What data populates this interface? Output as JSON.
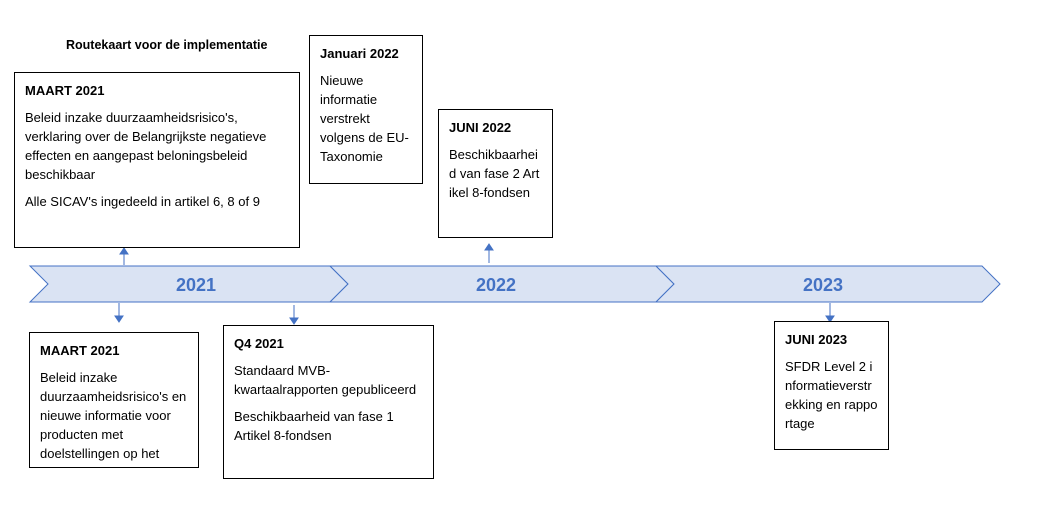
{
  "title": "Routekaart voor de implementatie",
  "timeline": {
    "years": [
      "2021",
      "2022",
      "2023"
    ],
    "colors": {
      "fill": "#dae3f3",
      "stroke": "#4472c4",
      "text": "#4472c4",
      "connector": "#4472c4"
    }
  },
  "boxes": {
    "maart2021_top": {
      "head": "MAART 2021",
      "p1": "Beleid inzake duurzaamheidsrisico's, verklaring over de Belangrijkste negatieve effecten en aangepast beloningsbeleid beschikbaar",
      "p2": "Alle SICAV's ingedeeld in artikel 6, 8 of 9"
    },
    "maart2021_bottom": {
      "head": "MAART 2021",
      "p1": "Beleid inzake duurzaamheidsrisico's en nieuwe informatie voor producten met doelstellingen op het"
    },
    "q42021": {
      "head": "Q4 2021",
      "p1": "Standaard MVB-kwartaalrapporten gepubliceerd",
      "p2": "Beschikbaarheid van fase 1 Artikel 8-fondsen"
    },
    "januari2022": {
      "head": "Januari 2022",
      "p1": "Nieuwe informatie verstrekt volgens de EU-Taxonomie"
    },
    "juni2022": {
      "head": "JUNI 2022",
      "p1": "Beschikbaarheid van fase 2 Artikel 8-fondsen"
    },
    "juni2023": {
      "head": "JUNI 2023",
      "p1": "SFDR Level 2 informatieverstrekking en rapportage"
    }
  }
}
